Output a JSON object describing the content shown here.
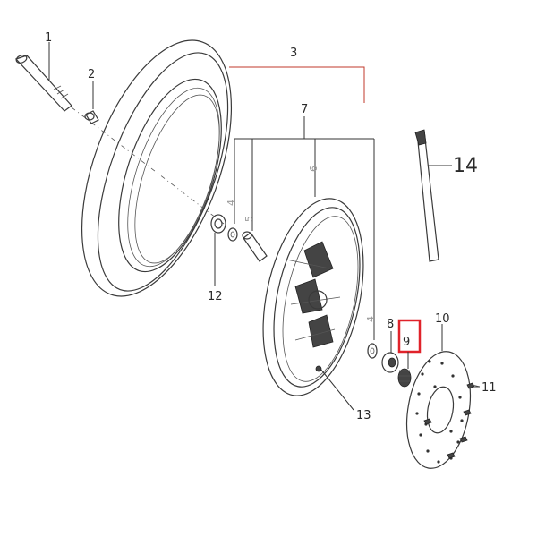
{
  "diagram": {
    "callouts": [
      {
        "key": "c1",
        "text": "1"
      },
      {
        "key": "c2",
        "text": "2"
      },
      {
        "key": "c3",
        "text": "3"
      },
      {
        "key": "c4a",
        "text": "4"
      },
      {
        "key": "c4b",
        "text": "4"
      },
      {
        "key": "c5",
        "text": "5"
      },
      {
        "key": "c6",
        "text": "6"
      },
      {
        "key": "c7",
        "text": "7"
      },
      {
        "key": "c8",
        "text": "8"
      },
      {
        "key": "c9",
        "text": "9"
      },
      {
        "key": "c10",
        "text": "10"
      },
      {
        "key": "c11",
        "text": "11"
      },
      {
        "key": "c12",
        "text": "12"
      },
      {
        "key": "c13",
        "text": "13"
      },
      {
        "key": "c14",
        "text": "14"
      }
    ],
    "highlight_color": "#e0222a",
    "group_line_color": "#c0392b"
  }
}
